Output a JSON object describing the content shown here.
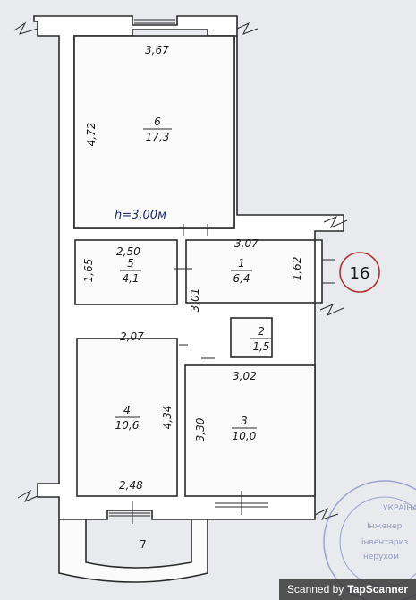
{
  "plan": {
    "height_note": "h=3,00м",
    "flat_number": "16",
    "rooms": [
      {
        "number": "1",
        "area": "6,4"
      },
      {
        "number": "2",
        "area": "1,5"
      },
      {
        "number": "3",
        "area": "10,0"
      },
      {
        "number": "4",
        "area": "10,6"
      },
      {
        "number": "5",
        "area": "4,1"
      },
      {
        "number": "6",
        "area": "17,3"
      },
      {
        "number": "7",
        "area": ""
      }
    ],
    "dimensions": {
      "room6_width": "3,67",
      "room6_length": "4,72",
      "room5_width": "2,50",
      "room5_length": "1,65",
      "room1_width": "3,07",
      "room1_right": "1,62",
      "hall_length": "3,01",
      "room4_width_top": "2,07",
      "room4_length": "4,34",
      "room4_width_bottom": "2,48",
      "room3_width": "3,02",
      "room3_length": "3,30"
    },
    "stamp_lines": [
      "УКРАЇНА",
      "Інженер",
      "інвентариз",
      "нерухом"
    ]
  },
  "watermark": {
    "prefix": "Scanned by",
    "brand": "TapScanner"
  }
}
